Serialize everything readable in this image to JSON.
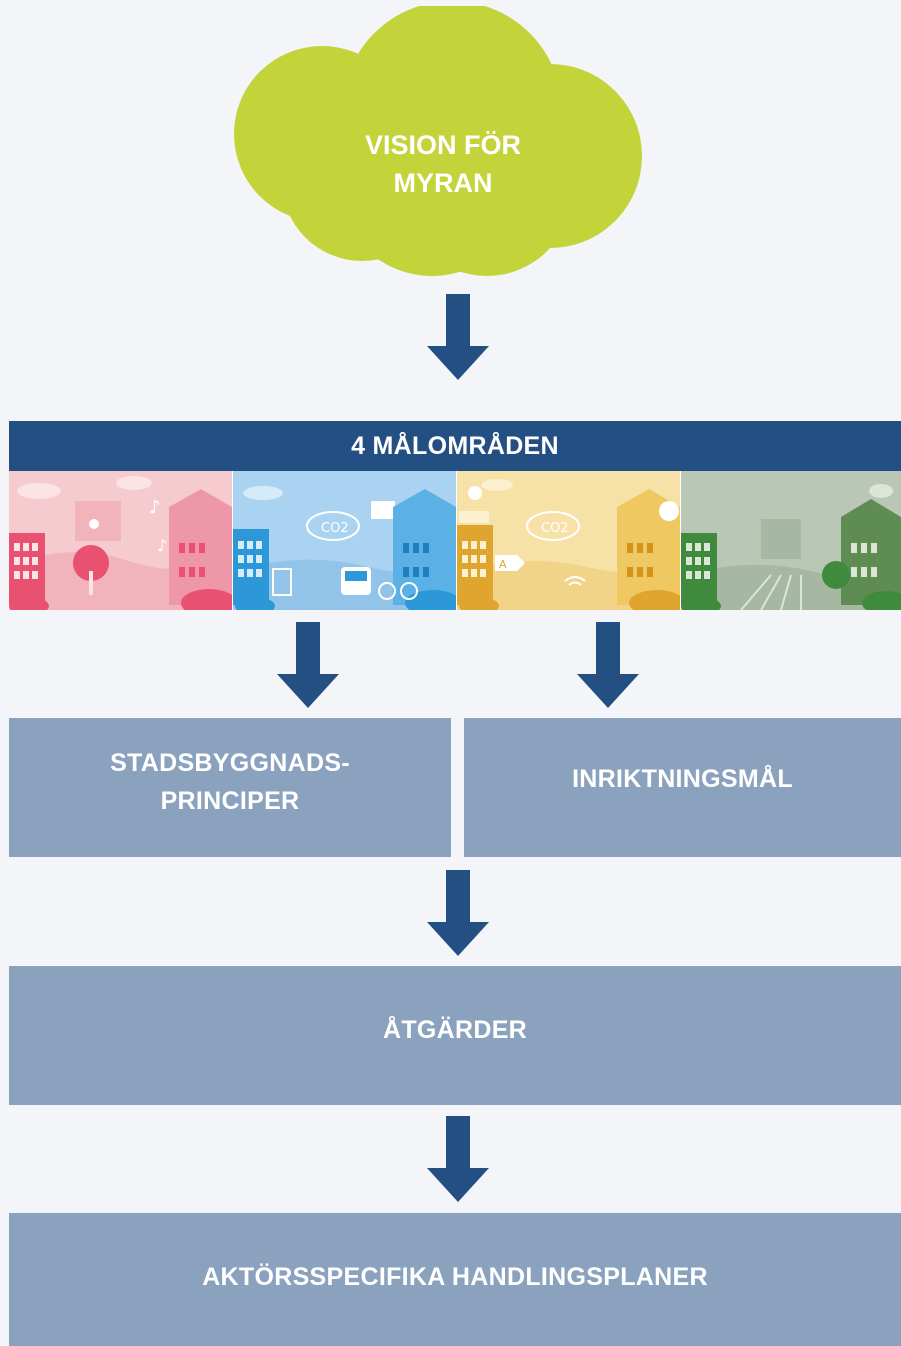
{
  "vision": {
    "line1": "VISION FÖR",
    "line2": "MYRAN",
    "color": "#c3d33a"
  },
  "goal_areas": {
    "title": "4 MÅLOMRÅDEN",
    "panels": [
      {
        "name": "social",
        "color": "#f4c3c8",
        "accent": "#e8516f"
      },
      {
        "name": "mobility",
        "color": "#a8d2ef",
        "accent": "#2c98d8"
      },
      {
        "name": "energy",
        "color": "#f6dfa0",
        "accent": "#e0a52e"
      },
      {
        "name": "nature",
        "color": "#b7c6b2",
        "accent": "#3f8a3c"
      }
    ]
  },
  "principles": {
    "line1": "STADSBYGGNADS-",
    "line2": "PRINCIPER"
  },
  "direction_goals": {
    "label": "INRIKTNINGSMÅL"
  },
  "measures": {
    "label": "ÅTGÄRDER"
  },
  "action_plans": {
    "label": "AKTÖRSSPECIFIKA HANDLINGSPLANER"
  },
  "colors": {
    "arrow": "#234f83",
    "box": "#8ba2bf",
    "band": "#234f83",
    "background": "#f3f5f8"
  }
}
